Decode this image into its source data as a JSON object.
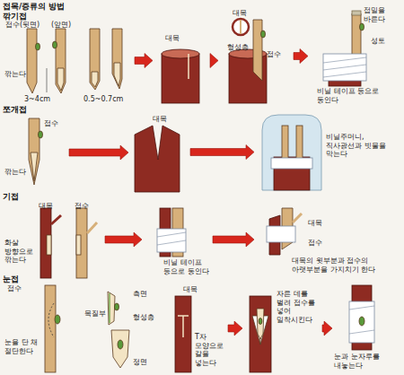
{
  "diagram": {
    "title": "접목/증류의 방법",
    "nodes": [
      {
        "text": [
          "접수(뒷면)",
          "(앞면)",
          "깎는다",
          "3~4cm"
        ]
      },
      {
        "text": [
          "0.5~0.7cm"
        ]
      },
      {
        "text": [
          "대목"
        ]
      },
      {
        "text": [
          "대목",
          "형성층",
          "접수"
        ]
      },
      {
        "text": [
          "접밀을 바른다",
          "성토",
          "비닐 테이프 등으로 동인다"
        ]
      },
      {
        "text": [
          "접수",
          "깎는다"
        ]
      },
      {
        "text": [
          "대목"
        ]
      },
      {
        "text": [
          "비닐주머니, 직사광선과 빗물을 막는다"
        ]
      },
      {
        "text": [
          "대목",
          "접수",
          "화살 방향으로 깎는다"
        ]
      },
      {
        "text": [
          "비닐 테이프 등으로 동인다"
        ]
      },
      {
        "text": [
          "대목",
          "접수",
          "대목의 윗부분과 접수의 아랫부분을 가지치기 한다"
        ]
      },
      {
        "text": [
          "접수",
          "눈을 단 채 절단한다"
        ]
      },
      {
        "text": [
          "측면",
          "목질부",
          "형성층",
          "정면"
        ]
      },
      {
        "text": [
          "대목",
          "T자 모양으로 칼을 넣는다"
        ]
      },
      {
        "text": [
          "자른 데를 벌려 접수를 넣어 밀착시킨다"
        ]
      },
      {
        "text": [
          "눈과 눈자루를 내놓는다"
        ]
      }
    ],
    "edges": [
      {
        "from": 1,
        "to": 2,
        "arrow": "to"
      },
      {
        "from": 2,
        "to": 3,
        "arrow": "to"
      },
      {
        "from": 3,
        "to": 4,
        "arrow": "to"
      },
      {
        "from": 5,
        "to": 6,
        "arrow": "to"
      },
      {
        "from": 6,
        "to": 7,
        "arrow": "to"
      },
      {
        "from": 8,
        "to": 9,
        "arrow": "to"
      },
      {
        "from": 9,
        "to": 10,
        "arrow": "to"
      },
      {
        "from": 13,
        "to": 14,
        "arrow": "to"
      },
      {
        "from": 14,
        "to": 15,
        "arrow": "to"
      }
    ],
    "labels": [
      "깎기접",
      "쪼개접",
      "기접",
      "눈접"
    ]
  }
}
